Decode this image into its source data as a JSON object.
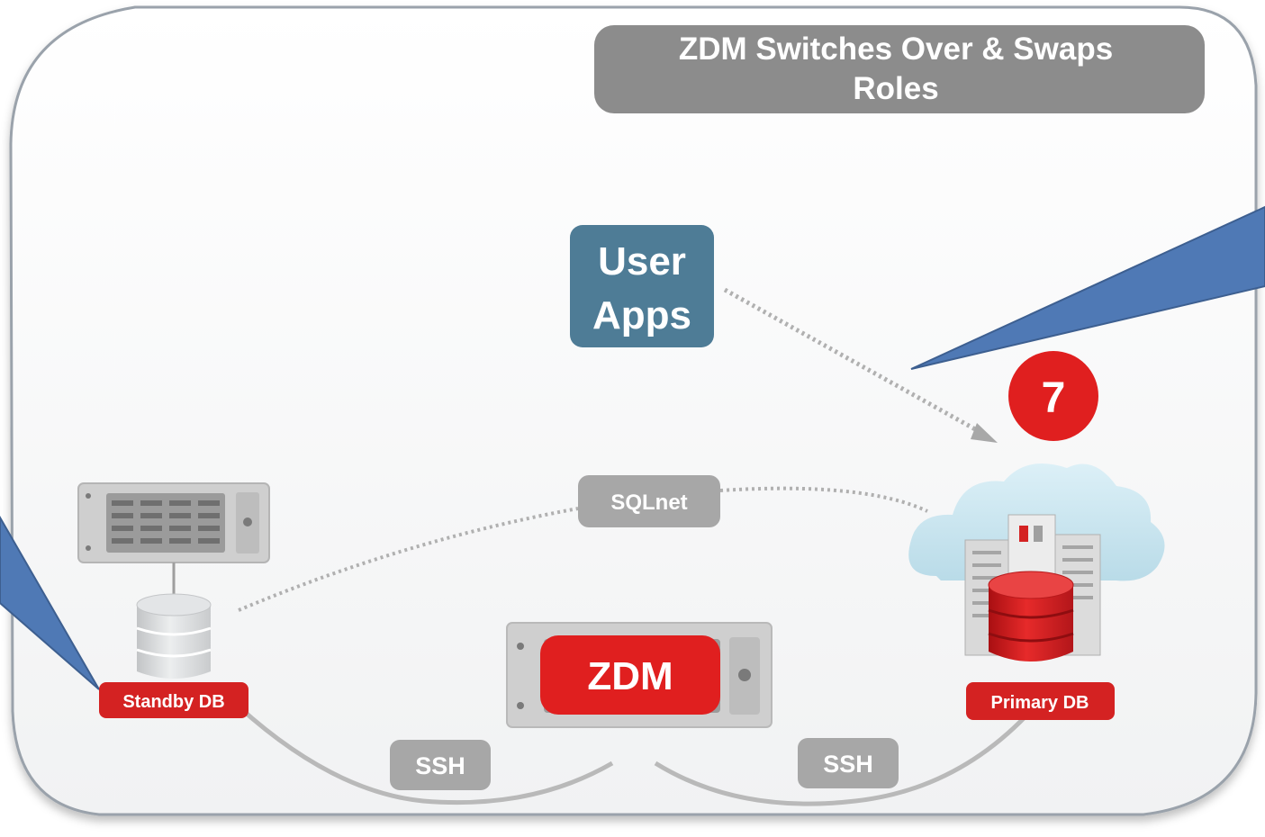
{
  "title": {
    "line1": "ZDM Switches Over & Swaps",
    "line2": "Roles"
  },
  "user_apps": {
    "line1": "User",
    "line2": "Apps"
  },
  "step_badge": "7",
  "connections": {
    "sqlnet": "SQLnet",
    "ssh_left": "SSH",
    "ssh_right": "SSH"
  },
  "zdm_server": {
    "label": "ZDM"
  },
  "standby_db": {
    "label": "Standby DB"
  },
  "primary_db": {
    "label": "Primary DB"
  },
  "colors": {
    "frame_border": "#9aa2ab",
    "title_bg": "#8c8c8c",
    "user_apps_bg": "#4e7c96",
    "oracle_red": "#d42222",
    "connector_gray": "#a7a7a7",
    "arrow_dots": "#b0b0b0",
    "callout_blue": "#4f79b5",
    "cloud": "#c6e3ee",
    "server_gray": "#cfcfcf"
  },
  "icons": [
    "callout-pointer",
    "server-rack-icon",
    "database-cylinder-icon",
    "cloud-icon",
    "building-icon"
  ]
}
